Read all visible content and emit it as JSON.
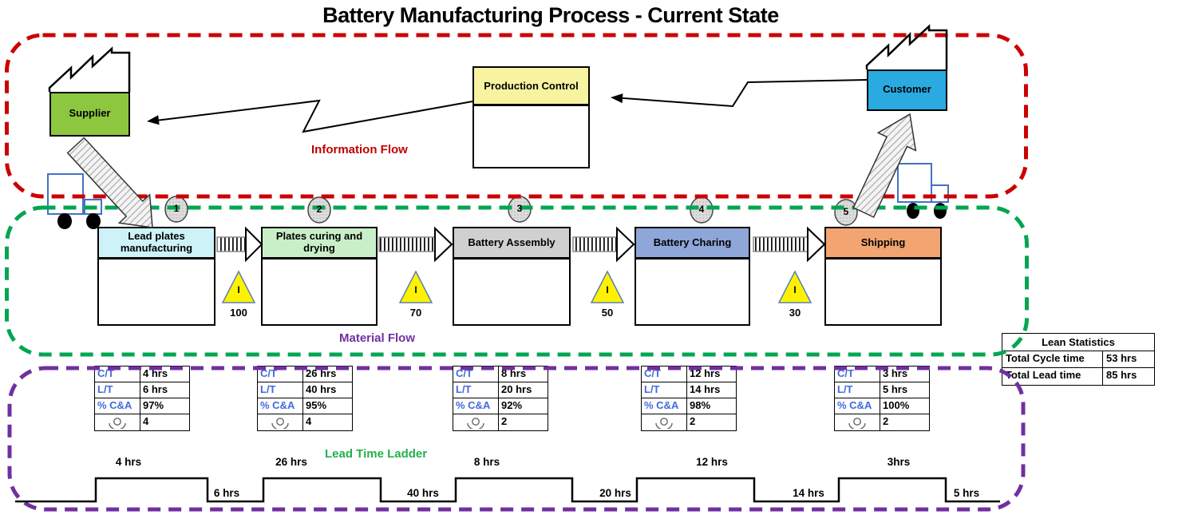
{
  "title": "Battery Manufacturing Process - Current State",
  "sections": {
    "information_flow": "Information Flow",
    "material_flow": "Material Flow",
    "lead_time_ladder": "Lead Time Ladder"
  },
  "entities": {
    "supplier": "Supplier",
    "production_control": "Production Control",
    "customer": "Customer"
  },
  "processes": [
    {
      "step": "1",
      "name": "Lead plates manufacturing",
      "header_color": "#CDF2F8",
      "ct": "4 hrs",
      "lt": "6 hrs",
      "ca": "97%",
      "operators": "4"
    },
    {
      "step": "2",
      "name": "Plates curing and drying",
      "header_color": "#C9EFC9",
      "ct": "26 hrs",
      "lt": "40 hrs",
      "ca": "95%",
      "operators": "4"
    },
    {
      "step": "3",
      "name": "Battery Assembly",
      "header_color": "#D0D0D0",
      "ct": "8 hrs",
      "lt": "20 hrs",
      "ca": "92%",
      "operators": "2"
    },
    {
      "step": "4",
      "name": "Battery Charing",
      "header_color": "#8EA6D8",
      "ct": "12 hrs",
      "lt": "14 hrs",
      "ca": "98%",
      "operators": "2"
    },
    {
      "step": "5",
      "name": "Shipping",
      "header_color": "#F2A471",
      "ct": "3 hrs",
      "lt": "5 hrs",
      "ca": "100%",
      "operators": "2"
    }
  ],
  "table_labels": {
    "ct": "C/T",
    "lt": "L/T",
    "ca": "% C&A"
  },
  "inventory": [
    {
      "symbol": "I",
      "qty": "100"
    },
    {
      "symbol": "I",
      "qty": "70"
    },
    {
      "symbol": "I",
      "qty": "50"
    },
    {
      "symbol": "I",
      "qty": "30"
    }
  ],
  "lean_statistics": {
    "title": "Lean Statistics",
    "rows": [
      {
        "label": "Total Cycle time",
        "value": "53 hrs"
      },
      {
        "label": "Total Lead time",
        "value": "85 hrs"
      }
    ]
  },
  "ladder": {
    "segments": [
      "4 hrs",
      "6 hrs",
      "26 hrs",
      "40 hrs",
      "8 hrs",
      "20 hrs",
      "12 hrs",
      "14 hrs",
      "3hrs",
      "5 hrs"
    ]
  },
  "colors": {
    "information_border": "#CC0000",
    "material_border": "#00A651",
    "ladder_border": "#7030A0",
    "information_label": "#C00000",
    "material_label": "#7030A0",
    "ladder_label": "#22B14C",
    "supplier": "#8DC63F",
    "customer": "#29ABE2",
    "production_control": "#F7F3A0",
    "inventory_triangle": "#FFF200",
    "table_label_blue": "#4169E1",
    "truck_outline": "#4472C4"
  }
}
